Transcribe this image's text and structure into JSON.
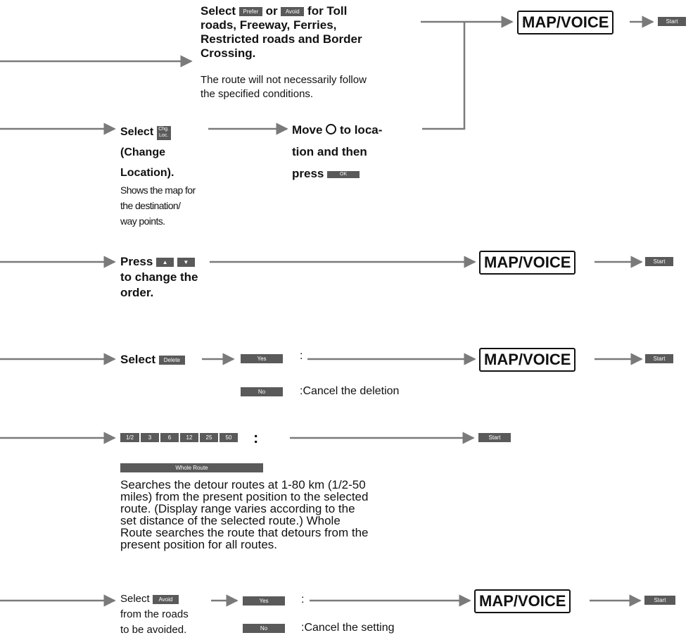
{
  "buttons": {
    "prefer": "Prefer",
    "avoid": "Avoid",
    "chg_line1": "Chg.",
    "chg_line2": "Loc.",
    "ok": "OK",
    "up": "▲",
    "down": "▼",
    "delete": "Delete",
    "yes": "Yes",
    "no": "No",
    "start": "Start",
    "whole_route": "Whole Route",
    "distances": [
      "1/2",
      "3",
      "6",
      "12",
      "25",
      "50"
    ]
  },
  "mapvoice_label": "MAP/VOICE",
  "row1": {
    "select": "Select",
    "or": "or",
    "tail_line1": "for Toll",
    "line2": "roads, Freeway, Ferries,",
    "line3": "Restricted roads and Border",
    "line4": "Crossing.",
    "note_line1": "The route will not necessarily follow",
    "note_line2": "the specified conditions."
  },
  "row2": {
    "select": "Select",
    "line2": "(Change",
    "line3": "Location).",
    "note_line1": "Shows the map for",
    "note_line2": "the destination/",
    "note_line3": "way points.",
    "move_line1_a": "Move",
    "move_line1_b": "to loca-",
    "move_line2": "tion and then",
    "move_line3": "press"
  },
  "row3": {
    "press": "Press",
    "line2": "to change the",
    "line3": "order."
  },
  "row4": {
    "select": "Select",
    "colon": ":",
    "cancel": ":Cancel the deletion"
  },
  "row5": {
    "colon": ":",
    "desc_line1": "Searches the detour routes at 1-80 km (1/2-50",
    "desc_line2": "miles) from the present position to the selected",
    "desc_line3": "route. (Display range varies according to the",
    "desc_line4": "set distance of the selected route.) Whole",
    "desc_line5": "Route searches the route that detours from the",
    "desc_line6": "present position for all routes."
  },
  "row6": {
    "select": "Select",
    "line2": "from the roads",
    "line3": "to be avoided.",
    "colon": ":",
    "cancel": ":Cancel the setting"
  }
}
